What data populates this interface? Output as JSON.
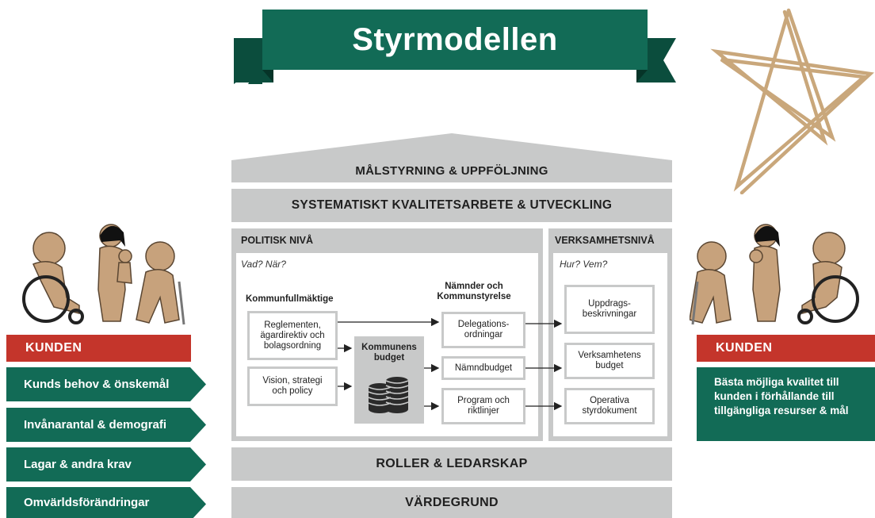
{
  "title": "Styrmodellen",
  "colors": {
    "green": "#126b56",
    "dark_green": "#0b4d3d",
    "red": "#c4352b",
    "grey": "#c8c9c9",
    "star": "#c9a77b",
    "figure": "#c7a27c"
  },
  "roof_label": "MÅLSTYRNING & UPPFÖLJNING",
  "quality_label": "SYSTEMATISKT KVALITETSARBETE & UTVECKLING",
  "political": {
    "title": "POLITISK NIVÅ",
    "subtitle": "Vad? När?",
    "kf_heading": "Kommunfullmäktige",
    "kf_box1": "Reglementen, ägardirektiv och bolagsordning",
    "kf_box2": "Vision, strategi och policy",
    "budget_heading": "Kommunens budget",
    "nk_heading": "Nämnder och Kommunstyrelse",
    "nk_box1": "Delegations-ordningar",
    "nk_box2": "Nämndbudget",
    "nk_box3": "Program och riktlinjer"
  },
  "operational": {
    "title": "VERKSAMHETSNIVÅ",
    "subtitle": "Hur? Vem?",
    "box1": "Uppdrags-beskrivningar",
    "box2": "Verksamhetens budget",
    "box3": "Operativa styrdokument"
  },
  "roles_label": "ROLLER & LEDARSKAP",
  "values_label": "VÄRDEGRUND",
  "left": {
    "kunden_label": "KUNDEN",
    "items": [
      "Kunds behov & önskemål",
      "Invånarantal & demografi",
      "Lagar & andra krav",
      "Omvärldsförändringar"
    ]
  },
  "right": {
    "kunden_label": "KUNDEN",
    "text": "Bästa möjliga kvalitet till kunden i förhållande till tillgängliga resurser & mål"
  }
}
